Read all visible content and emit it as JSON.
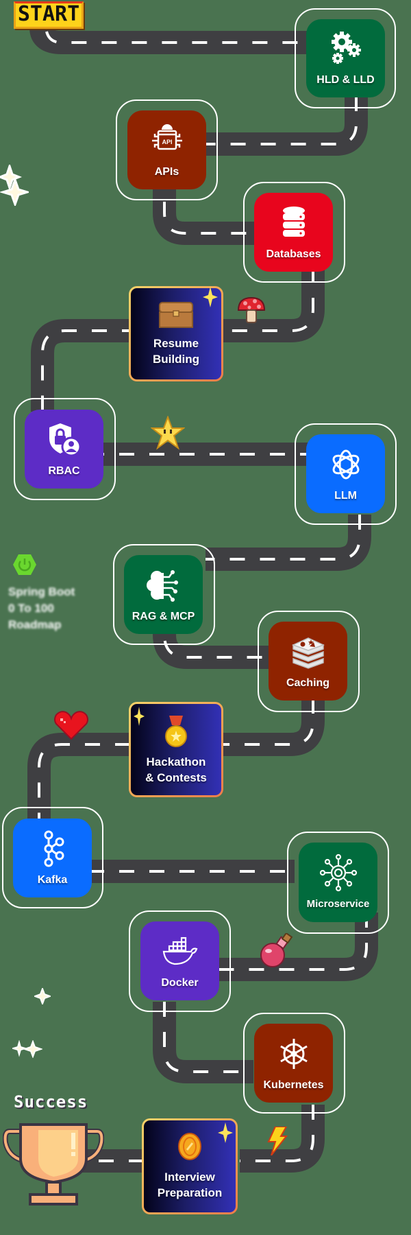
{
  "title": "Spring Boot 0 To 100 Roadmap",
  "markers": {
    "start": "START",
    "finish": "Success"
  },
  "colors": {
    "background": "#4a7350",
    "road": "#3f3f42",
    "road_dash": "#ffffff",
    "green": "#016b3d",
    "brown": "#8f2300",
    "red": "#e8051d",
    "purple": "#5d2cc6",
    "blue": "#0a6cff",
    "gold_border": "#f4c85a"
  },
  "milestones": [
    {
      "id": 1,
      "label": "HLD & LLD",
      "icon": "gears-icon",
      "style": "green"
    },
    {
      "id": 2,
      "label": "APIs",
      "icon": "api-icon",
      "style": "brown"
    },
    {
      "id": 3,
      "label": "Databases",
      "icon": "database-icon",
      "style": "red"
    },
    {
      "id": 4,
      "label_line1": "Resume",
      "label_line2": "Building",
      "icon": "treasure-chest-icon",
      "style": "gold-card"
    },
    {
      "id": 5,
      "label": "RBAC",
      "icon": "shield-lock-user-icon",
      "style": "purple"
    },
    {
      "id": 6,
      "label": "LLM",
      "icon": "openai-icon",
      "style": "blue"
    },
    {
      "id": 7,
      "label": "RAG & MCP",
      "icon": "brain-circuit-icon",
      "style": "green"
    },
    {
      "id": 8,
      "label": "Caching",
      "icon": "redis-icon",
      "style": "brown"
    },
    {
      "id": 9,
      "label_line1": "Hackathon",
      "label_line2": "& Contests",
      "icon": "medal-icon",
      "style": "gold-card"
    },
    {
      "id": 10,
      "label": "Kafka",
      "icon": "kafka-icon",
      "style": "blue"
    },
    {
      "id": 11,
      "label": "Microservice",
      "icon": "network-gear-icon",
      "style": "green"
    },
    {
      "id": 12,
      "label": "Docker",
      "icon": "docker-whale-icon",
      "style": "purple"
    },
    {
      "id": 13,
      "label": "Kubernetes",
      "icon": "helm-wheel-icon",
      "style": "brown"
    },
    {
      "id": 14,
      "label_line1": "Interview",
      "label_line2": "Preparation",
      "icon": "coin-icon",
      "style": "gold-card"
    }
  ],
  "side_label": {
    "icon": "spring-power-icon",
    "line1": "Spring Boot",
    "line2": "0 To 100",
    "line3": "Roadmap"
  },
  "decorations": [
    "sparkle",
    "mushroom",
    "star",
    "heart",
    "potion",
    "lightning",
    "trophy"
  ]
}
